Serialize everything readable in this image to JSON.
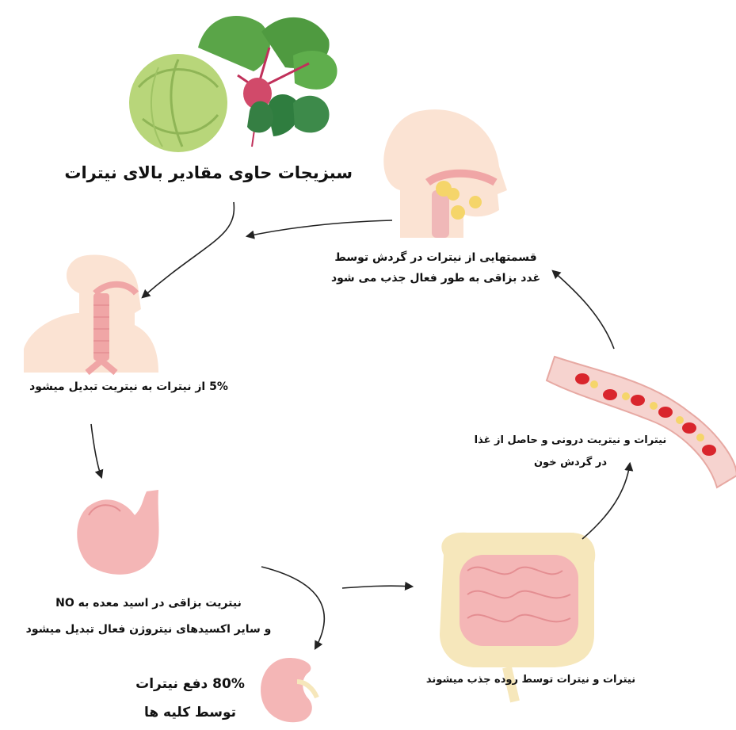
{
  "labels": {
    "vegetables": "سبزیجات حاوی مقادیر بالای نیترات",
    "salivary_line1": "قسمتهایی از نیترات در گردش توسط",
    "salivary_line2": "غدد بزاقی به طور فعال جذب می شود",
    "mouth": "5% از نیترات به نیتریت تبدیل میشود",
    "blood_line1": "نیترات و نیتریت درونی و حاصل از غذا",
    "blood_line2": "در گردش خون",
    "stomach_line1": "نیتریت بزاقی در اسید معده  به NO",
    "stomach_line2": "و سایر اکسیدهای نیتروژن فعال تبدیل میشود",
    "intestine": "نیترات و نیترات توسط روده جذب میشوند",
    "kidney_line1": "80% دفع نیترات",
    "kidney_line2": "توسط کلیه ها"
  },
  "colors": {
    "skin": "#fbe3d3",
    "organ_pink": "#f4b6b6",
    "organ_dark": "#e48e92",
    "cabbage": "#b8d67a",
    "leaf_green": "#3d8a4a",
    "beet_red": "#d14a6a",
    "blood_red": "#d9252c",
    "gland_yellow": "#f5d56a",
    "intestine_pale": "#f6e7bb",
    "arrow": "#222222"
  }
}
